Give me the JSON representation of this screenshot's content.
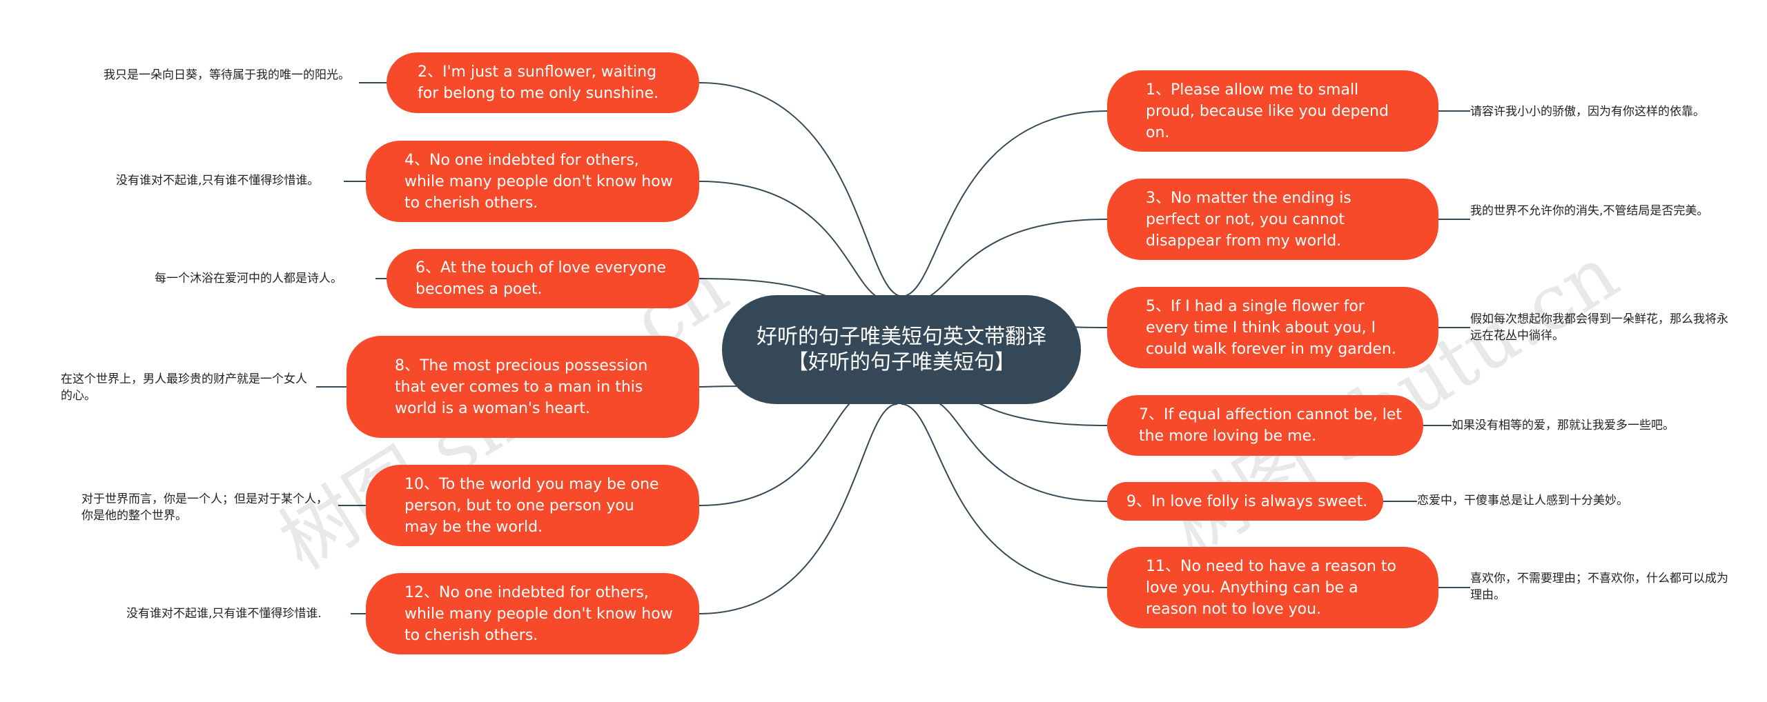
{
  "center": {
    "title": "好听的句子唯美短句英文带翻译【好听的句子唯美短句】"
  },
  "colors": {
    "center": "#344858",
    "node": "#f64a2a",
    "line": "#344858"
  },
  "left": [
    {
      "text": "2、I'm just a sunflower, waiting for belong to me only sunshine.",
      "note": "我只是一朵向日葵，等待属于我的唯一的阳光。"
    },
    {
      "text": "4、No one indebted for others, while many people don't know how to cherish others.",
      "note": "没有谁对不起谁,只有谁不懂得珍惜谁。"
    },
    {
      "text": "6、At the touch of love everyone becomes a poet.",
      "note": "每一个沐浴在爱河中的人都是诗人。"
    },
    {
      "text": "8、The most precious possession that ever comes to a man in this world is a woman's heart.",
      "note": "在这个世界上，男人最珍贵的财产就是一个女人的心。"
    },
    {
      "text": "10、To the world you may be one person, but to one person you may be the world.",
      "note": "对于世界而言，你是一个人；但是对于某个人，你是他的整个世界。"
    },
    {
      "text": "12、No one indebted for others, while many people don't know how to cherish others.",
      "note": "没有谁对不起谁,只有谁不懂得珍惜谁."
    }
  ],
  "right": [
    {
      "text": "1、Please allow me to small proud, because like you depend on.",
      "note": "请容许我小小的骄傲，因为有你这样的依靠。"
    },
    {
      "text": "3、No matter the ending is perfect or not, you cannot disappear from my world.",
      "note": "我的世界不允许你的消失,不管结局是否完美。"
    },
    {
      "text": "5、If I had a single flower for every time I think about you, I could walk forever in my garden.",
      "note": "假如每次想起你我都会得到一朵鲜花，那么我将永远在花丛中徜徉。"
    },
    {
      "text": "7、If equal affection cannot be, let the more loving be me.",
      "note": "如果没有相等的爱，那就让我爱多一些吧。"
    },
    {
      "text": "9、In love folly is always sweet.",
      "note": "恋爱中，干傻事总是让人感到十分美妙。"
    },
    {
      "text": "11、No need to have a reason to love you. Anything can be a reason not to love you.",
      "note": "喜欢你，不需要理由；不喜欢你，什么都可以成为理由。"
    }
  ],
  "watermark": {
    "text": "树图 shutu.cn"
  }
}
